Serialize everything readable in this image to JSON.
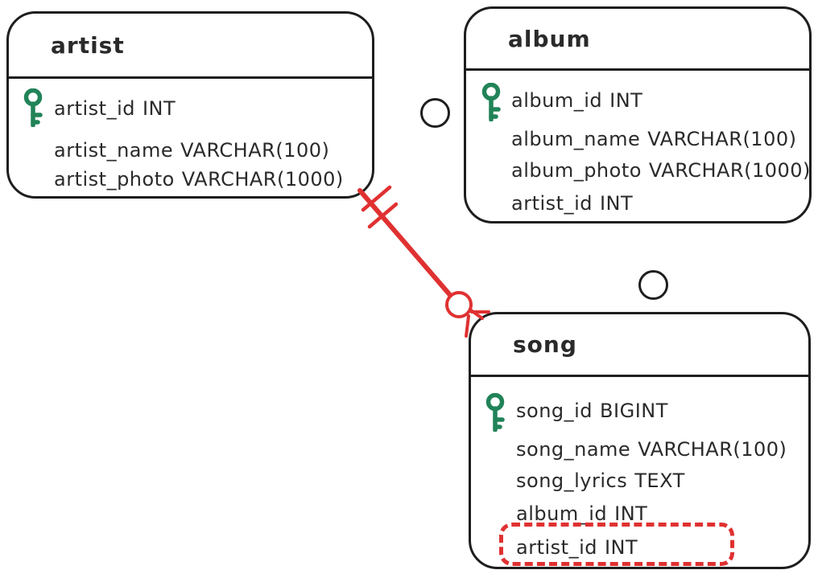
{
  "diagram": {
    "tables": [
      {
        "name": "artist",
        "fields": [
          {
            "name": "artist_id",
            "type": "INT",
            "primary_key": true
          },
          {
            "name": "artist_name",
            "type": "VARCHAR(100)",
            "primary_key": false
          },
          {
            "name": "artist_photo",
            "type": "VARCHAR(1000)",
            "primary_key": false
          }
        ]
      },
      {
        "name": "album",
        "fields": [
          {
            "name": "album_id",
            "type": "INT",
            "primary_key": true
          },
          {
            "name": "album_name",
            "type": "VARCHAR(100)",
            "primary_key": false
          },
          {
            "name": "album_photo",
            "type": "VARCHAR(1000)",
            "primary_key": false
          },
          {
            "name": "artist_id",
            "type": "INT",
            "primary_key": false
          }
        ]
      },
      {
        "name": "song",
        "fields": [
          {
            "name": "song_id",
            "type": "BIGINT",
            "primary_key": true
          },
          {
            "name": "song_name",
            "type": "VARCHAR(100)",
            "primary_key": false
          },
          {
            "name": "song_lyrics",
            "type": "TEXT",
            "primary_key": false
          },
          {
            "name": "album_id",
            "type": "INT",
            "primary_key": false
          },
          {
            "name": "artist_id",
            "type": "INT",
            "primary_key": false,
            "highlighted": true
          }
        ]
      }
    ],
    "relationships": [
      {
        "from_table": "artist",
        "to_table": "song",
        "from_cardinality": "exactly-one (double tick)",
        "to_cardinality": "zero-or-many (circle + crow-foot arrow)",
        "color": "#e03131"
      }
    ],
    "highlight": {
      "table": "song",
      "field": "artist_id INT",
      "style": "red dashed rounded outline",
      "color": "#e03131"
    },
    "connector_dots": [
      {
        "position": "left of album table"
      },
      {
        "position": "above song table"
      }
    ],
    "colors": {
      "stroke": "#1e1e1e",
      "text": "#2a2a2a",
      "key_icon_green": "#218358",
      "accent_red": "#e03131",
      "background": "#ffffff"
    }
  }
}
